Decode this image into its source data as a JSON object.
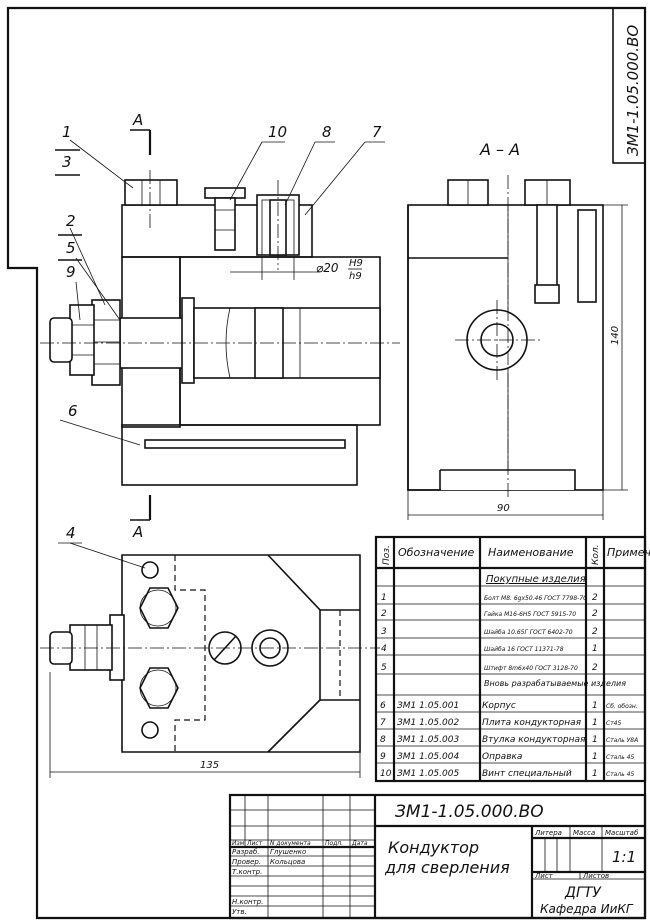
{
  "drawing_code_rotated": "ЗМ1-1.05.000.ВО",
  "labels": {
    "p1": "1",
    "p3": "3",
    "p2": "2",
    "p5": "5",
    "p9": "9",
    "p6": "6",
    "p4": "4",
    "p10": "10",
    "p8": "8",
    "p7": "7",
    "section_mark_top": "А",
    "section_mark_bottom": "А",
    "section_title": "А – А",
    "fit_dim": "⌀20",
    "fit_h9a": "H9",
    "fit_h9b": "h9",
    "dim_width_90": "90",
    "dim_height_140": "140",
    "dim_length_135": "135"
  },
  "spec": {
    "headers": {
      "pos": "Поз.",
      "designation": "Обозначение",
      "name": "Наименование",
      "qty": "Кол.",
      "note": "Примеч."
    },
    "section_purchased": "Покупные изделия",
    "section_made": "Вновь разрабатываемые изделия",
    "rows_purchased": [
      {
        "pos": "1",
        "name": "Болт М8. 6gx50.46 ГОСТ 7798-70",
        "qty": "2"
      },
      {
        "pos": "2",
        "name": "Гайка М16-6Н5 ГОСТ 5915-70",
        "qty": "2"
      },
      {
        "pos": "3",
        "name": "Шайба 10.65Г ГОСТ 6402-70",
        "qty": "2"
      },
      {
        "pos": "4",
        "name": "Шайба 16 ГОСТ 11371-78",
        "qty": "1"
      },
      {
        "pos": "5",
        "name": "Штифт 8m6x40 ГОСТ 3128-70",
        "qty": "2"
      }
    ],
    "rows_made": [
      {
        "pos": "6",
        "designation": "ЗМ1 1.05.001",
        "name": "Корпус",
        "qty": "1",
        "note": "Сб. обозн."
      },
      {
        "pos": "7",
        "designation": "ЗМ1 1.05.002",
        "name": "Плита кондукторная",
        "qty": "1",
        "note": "Ст45"
      },
      {
        "pos": "8",
        "designation": "ЗМ1 1.05.003",
        "name": "Втулка кондукторная",
        "qty": "1",
        "note": "Сталь У8А"
      },
      {
        "pos": "9",
        "designation": "ЗМ1 1.05.004",
        "name": "Оправка",
        "qty": "1",
        "note": "Сталь 45"
      },
      {
        "pos": "10",
        "designation": "ЗМ1 1.05.005",
        "name": "Винт специальный",
        "qty": "1",
        "note": "Сталь 45"
      }
    ]
  },
  "title_block": {
    "code": "ЗМ1-1.05.000.ВО",
    "name_line1": "Кондуктор",
    "name_line2": "для сверления",
    "col_lit": "Литера",
    "col_mass": "Масса",
    "col_scale": "Масштаб",
    "scale": "1:1",
    "sheet": "Лист",
    "sheets": "Листов",
    "org1": "ДГТУ",
    "org2": "Кафедра ИиКГ",
    "row_header": {
      "izm": "Изм",
      "list": "Лист",
      "doc": "N документа",
      "sign": "Подп.",
      "date": "Дата"
    },
    "roles": [
      {
        "role": "Разраб.",
        "person": "Глушенко"
      },
      {
        "role": "Провер.",
        "person": "Кольцова"
      },
      {
        "role": "Т.контр.",
        "person": ""
      },
      {
        "role": "Н.контр.",
        "person": ""
      },
      {
        "role": "Утв.",
        "person": ""
      }
    ]
  }
}
